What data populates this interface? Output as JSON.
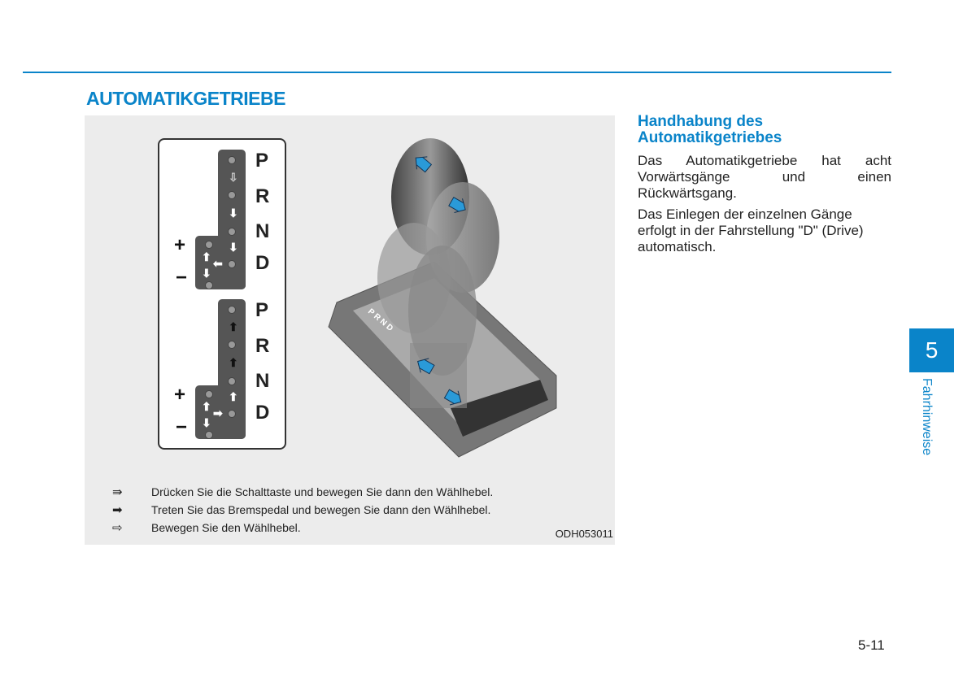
{
  "section_title": "AUTOMATIKGETRIEBE",
  "figure": {
    "gears": [
      "P",
      "R",
      "N",
      "D"
    ],
    "plus": "+",
    "minus": "−",
    "legend": [
      {
        "icon": "hatched-arrow-icon",
        "text": "Drücken Sie die Schalttaste und bewegen Sie dann den Wählhebel."
      },
      {
        "icon": "solid-arrow-icon",
        "text": "Treten Sie das Bremspedal und bewegen Sie dann den Wählhebel."
      },
      {
        "icon": "outline-arrow-icon",
        "text": "Bewegen Sie den Wählhebel."
      }
    ],
    "code": "ODH053011",
    "lever_label": "P R N D"
  },
  "content": {
    "heading": "Handhabung des Automatikgetriebes",
    "paragraphs": [
      "Das Automatikgetriebe hat acht Vorwärtsgänge und einen Rückwärtsgang.",
      "Das Einlegen der einzelnen Gänge erfolgt in der Fahrstellung \"D\" (Drive) automatisch."
    ]
  },
  "chapter": {
    "number": "5",
    "label": "Fahrhinweise"
  },
  "page_number": "5-11",
  "colors": {
    "accent": "#0a84c9"
  }
}
